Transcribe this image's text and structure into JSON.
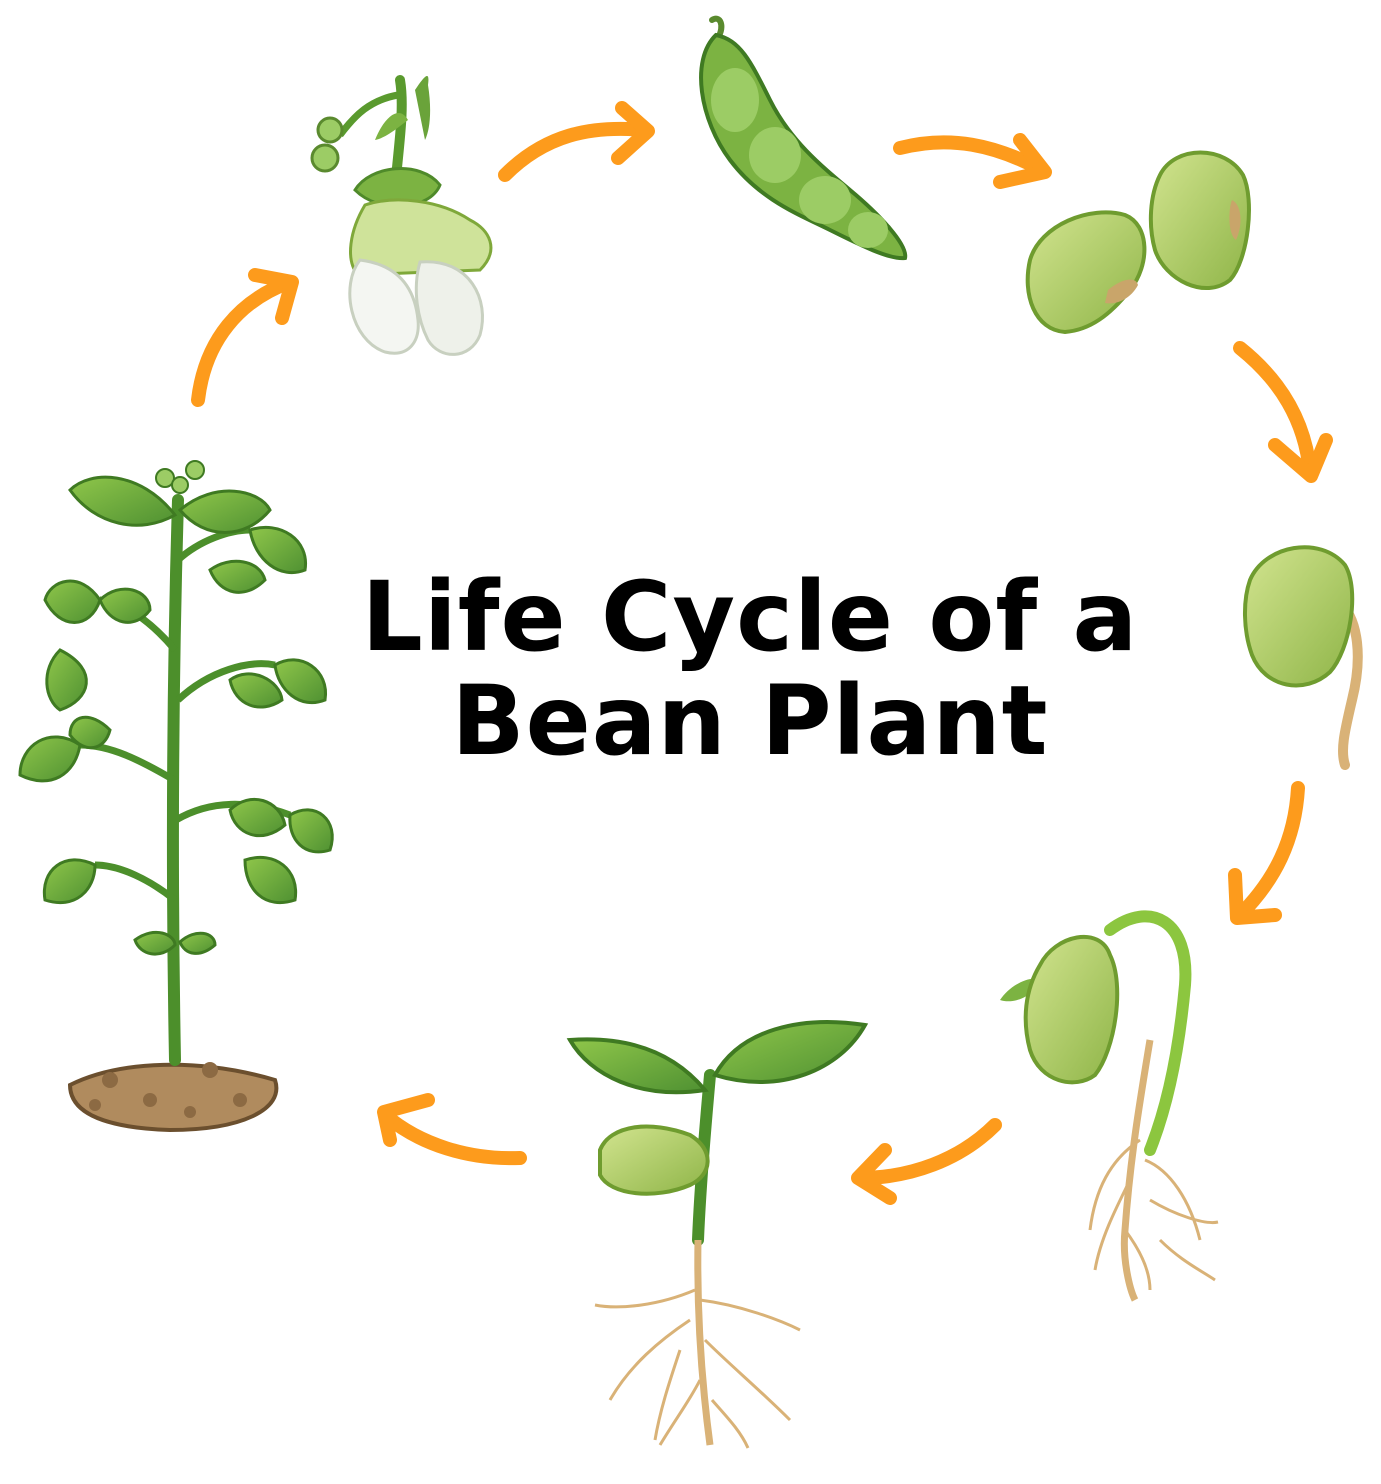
{
  "title": {
    "line1": "Life Cycle of a",
    "line2": "Bean Plant"
  },
  "stages": [
    {
      "name": "flower",
      "icon": "flower-icon"
    },
    {
      "name": "bean-pod",
      "icon": "bean-pod-icon"
    },
    {
      "name": "seeds",
      "icon": "bean-seeds-icon"
    },
    {
      "name": "germinating-seed",
      "icon": "germinating-seed-icon"
    },
    {
      "name": "sprout",
      "icon": "sprout-icon"
    },
    {
      "name": "seedling",
      "icon": "seedling-icon"
    },
    {
      "name": "mature-plant",
      "icon": "mature-plant-icon"
    }
  ],
  "colors": {
    "arrow": "#fd9b1c",
    "leaf_dark": "#4c8f2b",
    "leaf_light": "#8cc63f",
    "seed": "#b3d36a",
    "seed_dark": "#7fa83a",
    "root": "#d9b277",
    "soil": "#a8825a"
  }
}
